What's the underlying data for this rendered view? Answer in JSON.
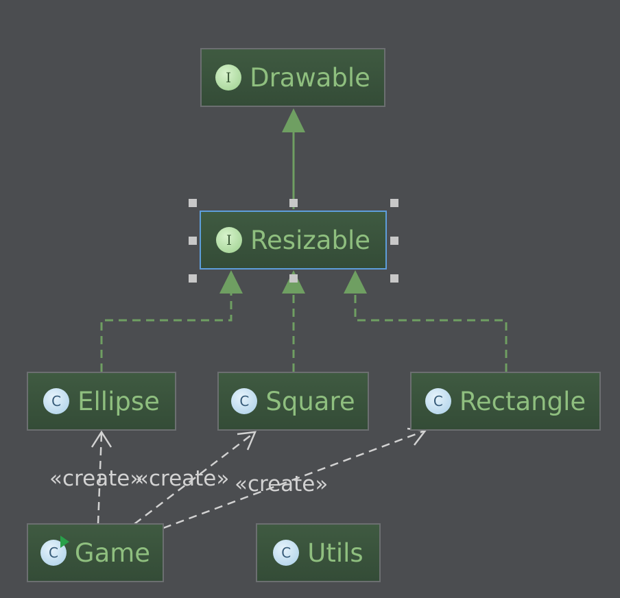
{
  "nodes": {
    "drawable": {
      "label": "Drawable",
      "kind": "interface",
      "badge": "I"
    },
    "resizable": {
      "label": "Resizable",
      "kind": "interface",
      "badge": "I",
      "selected": true
    },
    "ellipse": {
      "label": "Ellipse",
      "kind": "class",
      "badge": "C"
    },
    "square": {
      "label": "Square",
      "kind": "class",
      "badge": "C"
    },
    "rectangle": {
      "label": "Rectangle",
      "kind": "class",
      "badge": "C"
    },
    "game": {
      "label": "Game",
      "kind": "class",
      "badge": "C",
      "runnable": true
    },
    "utils": {
      "label": "Utils",
      "kind": "class",
      "badge": "C"
    }
  },
  "edges": [
    {
      "from": "resizable",
      "to": "drawable",
      "type": "extends"
    },
    {
      "from": "ellipse",
      "to": "resizable",
      "type": "implements"
    },
    {
      "from": "square",
      "to": "resizable",
      "type": "implements"
    },
    {
      "from": "rectangle",
      "to": "resizable",
      "type": "implements"
    },
    {
      "from": "game",
      "to": "ellipse",
      "type": "dependency",
      "label": "«create»"
    },
    {
      "from": "game",
      "to": "square",
      "type": "dependency",
      "label": "«create»"
    },
    {
      "from": "game",
      "to": "rectangle",
      "type": "dependency",
      "label": "«create»"
    }
  ],
  "colors": {
    "background": "#4b4d50",
    "node_fill": "#3a5540",
    "node_text": "#8fbf7f",
    "inheritance_edge": "#6f9f62",
    "dependency_edge": "#d2d2d2",
    "selection": "#5e9edc"
  }
}
